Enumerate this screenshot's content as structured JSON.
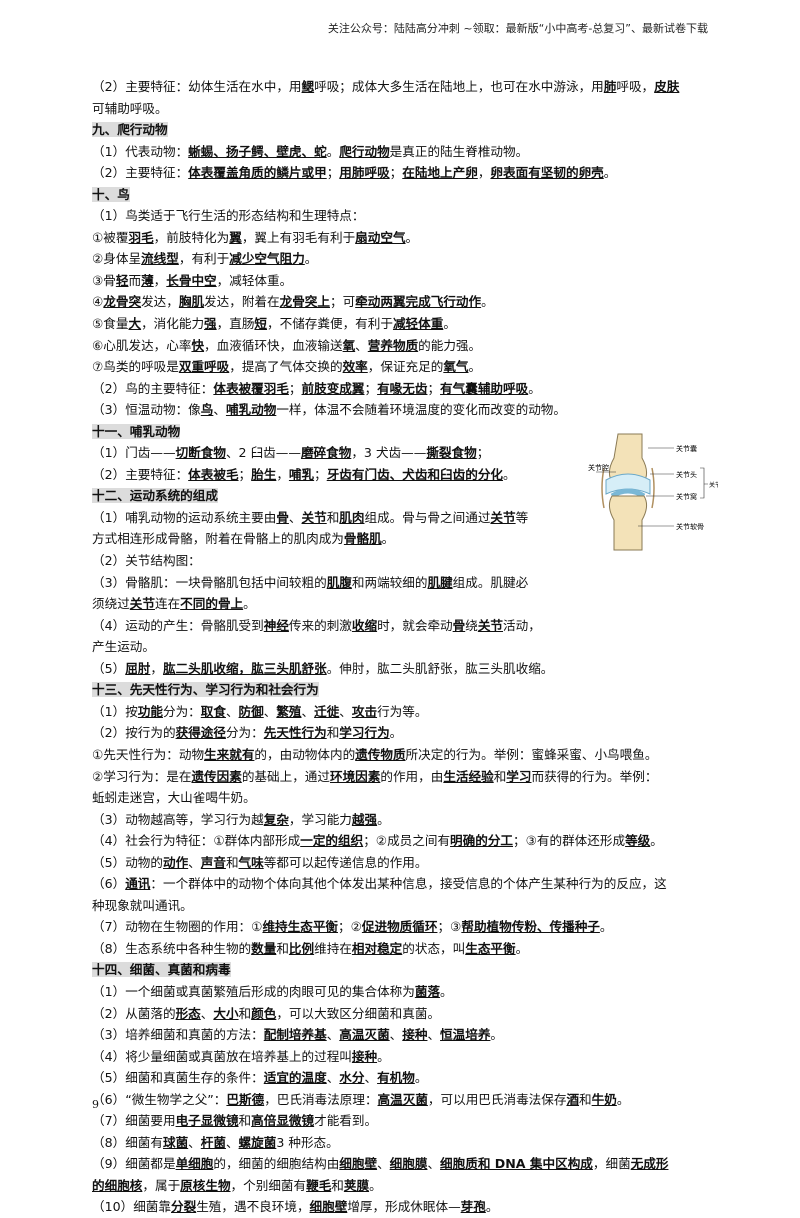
{
  "header": {
    "text": "关注公众号：陆陆高分冲刺  ~领取：最新版“小中高考-总复习”、最新试卷下载"
  },
  "page_number": "9",
  "diagram": {
    "labels": {
      "capsule": "关节囊",
      "cavity": "关节腔",
      "head": "关节头",
      "socket": "关节窝",
      "surface": "关节面",
      "cartilage": "关节软骨"
    }
  },
  "lines": [
    {
      "segs": [
        [
          "（2）主要特征：幼体生活在水中，用",
          0
        ],
        [
          "鳃",
          1
        ],
        [
          "呼吸；成体大多生活在陆地上，也可在水中游泳，用",
          0
        ],
        [
          "肺",
          1
        ],
        [
          "呼吸，",
          0
        ],
        [
          "皮肤",
          1
        ]
      ]
    },
    {
      "segs": [
        [
          "可辅助呼吸。",
          0
        ]
      ]
    },
    {
      "sec": true,
      "segs": [
        [
          "九、爬行动物",
          0
        ]
      ]
    },
    {
      "segs": [
        [
          "（1）代表动物：",
          0
        ],
        [
          "蜥蜴、扬子鳄、壁虎、蛇",
          1
        ],
        [
          "。",
          0
        ],
        [
          "爬行动物",
          1
        ],
        [
          "是真正的陆生脊椎动物。",
          0
        ]
      ]
    },
    {
      "segs": [
        [
          "（2）主要特征：",
          0
        ],
        [
          "体表覆盖角质的鳞片或甲",
          1
        ],
        [
          "；",
          0
        ],
        [
          "用肺呼吸",
          1
        ],
        [
          "；",
          0
        ],
        [
          "在陆地上产卵",
          1
        ],
        [
          "，",
          0
        ],
        [
          "卵表面有坚韧的卵壳",
          1
        ],
        [
          "。",
          0
        ]
      ]
    },
    {
      "sec": true,
      "segs": [
        [
          "十、鸟",
          0
        ]
      ]
    },
    {
      "segs": [
        [
          "（1）鸟类适于飞行生活的形态结构和生理特点：",
          0
        ]
      ]
    },
    {
      "segs": [
        [
          "①被覆",
          0
        ],
        [
          "羽毛",
          1
        ],
        [
          "，前肢特化为",
          0
        ],
        [
          "翼",
          1
        ],
        [
          "，翼上有羽毛有利于",
          0
        ],
        [
          "扇动空气",
          1
        ],
        [
          "。",
          0
        ]
      ]
    },
    {
      "segs": [
        [
          "②身体呈",
          0
        ],
        [
          "流线型",
          1
        ],
        [
          "，有利于",
          0
        ],
        [
          "减少空气阻力",
          1
        ],
        [
          "。",
          0
        ]
      ]
    },
    {
      "segs": [
        [
          "③骨",
          0
        ],
        [
          "轻",
          1
        ],
        [
          "而",
          0
        ],
        [
          "薄",
          1
        ],
        [
          "，",
          0
        ],
        [
          "长骨中空",
          1
        ],
        [
          "，减轻体重。",
          0
        ]
      ]
    },
    {
      "segs": [
        [
          "④",
          0
        ],
        [
          "龙骨突",
          1
        ],
        [
          "发达，",
          0
        ],
        [
          "胸肌",
          1
        ],
        [
          "发达，附着在",
          0
        ],
        [
          "龙骨突上",
          1
        ],
        [
          "；可",
          0
        ],
        [
          "牵动两翼完成飞行动作",
          1
        ],
        [
          "。",
          0
        ]
      ]
    },
    {
      "segs": [
        [
          "⑤食量",
          0
        ],
        [
          "大",
          1
        ],
        [
          "，消化能力",
          0
        ],
        [
          "强",
          1
        ],
        [
          "，直肠",
          0
        ],
        [
          "短",
          1
        ],
        [
          "，不储存粪便，有利于",
          0
        ],
        [
          "减轻体重",
          1
        ],
        [
          "。",
          0
        ]
      ]
    },
    {
      "segs": [
        [
          "⑥心肌发达，心率",
          0
        ],
        [
          "快",
          1
        ],
        [
          "，血液循环快，血液输送",
          0
        ],
        [
          "氧",
          1
        ],
        [
          "、",
          0
        ],
        [
          "营养物质",
          1
        ],
        [
          "的能力强。",
          0
        ]
      ]
    },
    {
      "segs": [
        [
          "⑦鸟类的呼吸是",
          0
        ],
        [
          "双重呼吸",
          1
        ],
        [
          "，提高了气体交换的",
          0
        ],
        [
          "效率",
          1
        ],
        [
          "，保证充足的",
          0
        ],
        [
          "氧气",
          1
        ],
        [
          "。",
          0
        ]
      ]
    },
    {
      "segs": [
        [
          "（2）鸟的主要特征：",
          0
        ],
        [
          "体表被覆羽毛",
          1
        ],
        [
          "；",
          0
        ],
        [
          "前肢变成翼",
          1
        ],
        [
          "；",
          0
        ],
        [
          "有喙无齿",
          1
        ],
        [
          "；",
          0
        ],
        [
          "有气囊辅助呼吸",
          1
        ],
        [
          "。",
          0
        ]
      ]
    },
    {
      "segs": [
        [
          "（3）恒温动物：像",
          0
        ],
        [
          "鸟",
          1
        ],
        [
          "、",
          0
        ],
        [
          "哺乳动物",
          1
        ],
        [
          "一样，体温不会随着环境温度的变化而改变的动物。",
          0
        ]
      ]
    },
    {
      "sec": true,
      "segs": [
        [
          "十一、哺乳动物",
          0
        ]
      ]
    },
    {
      "segs": [
        [
          "（1）门齿——",
          0
        ],
        [
          "切断食物",
          1
        ],
        [
          "、2 臼齿——",
          0
        ],
        [
          "磨碎食物",
          1
        ],
        [
          "，3 犬齿——",
          0
        ],
        [
          "撕裂食物",
          1
        ],
        [
          "；",
          0
        ]
      ]
    },
    {
      "segs": [
        [
          "（2）主要特征：",
          0
        ],
        [
          "体表被毛",
          1
        ],
        [
          "；",
          0
        ],
        [
          "胎生",
          1
        ],
        [
          "，",
          0
        ],
        [
          "哺乳",
          1
        ],
        [
          "；",
          0
        ],
        [
          "牙齿有门齿、犬齿和臼齿的分化",
          1
        ],
        [
          "。",
          0
        ]
      ]
    },
    {
      "sec": true,
      "segs": [
        [
          "十二、运动系统的组成",
          0
        ]
      ]
    },
    {
      "narrow": true,
      "segs": [
        [
          "（1）哺乳动物的运动系统主要由",
          0
        ],
        [
          "骨",
          1
        ],
        [
          "、",
          0
        ],
        [
          "关节",
          1
        ],
        [
          "和",
          0
        ],
        [
          "肌肉",
          1
        ],
        [
          "组成。骨与骨之间通过",
          0
        ],
        [
          "关节",
          1
        ],
        [
          "等",
          0
        ]
      ]
    },
    {
      "narrow": true,
      "segs": [
        [
          "方式相连形成骨骼，附着在骨骼上的肌肉成为",
          0
        ],
        [
          "骨骼肌",
          1
        ],
        [
          "。",
          0
        ]
      ]
    },
    {
      "narrow": true,
      "segs": [
        [
          "（2）关节结构图：",
          0
        ]
      ]
    },
    {
      "narrow": true,
      "segs": [
        [
          "（3）骨骼肌：一块骨骼肌包括中间较粗的",
          0
        ],
        [
          "肌腹",
          1
        ],
        [
          "和两端较细的",
          0
        ],
        [
          "肌腱",
          1
        ],
        [
          "组成。肌腱必",
          0
        ]
      ]
    },
    {
      "narrow": true,
      "segs": [
        [
          "须绕过",
          0
        ],
        [
          "关节",
          1
        ],
        [
          "连在",
          0
        ],
        [
          "不同的骨上",
          1
        ],
        [
          "。",
          0
        ]
      ]
    },
    {
      "narrow": true,
      "segs": [
        [
          "（4）运动的产生：骨骼肌受到",
          0
        ],
        [
          "神经",
          1
        ],
        [
          "传来的刺激",
          0
        ],
        [
          "收缩",
          1
        ],
        [
          "时，就会牵动",
          0
        ],
        [
          "骨",
          1
        ],
        [
          "绕",
          0
        ],
        [
          "关节",
          1
        ],
        [
          "活动，",
          0
        ]
      ]
    },
    {
      "narrow": true,
      "segs": [
        [
          "产生运动。",
          0
        ]
      ]
    },
    {
      "segs": [
        [
          "（5）",
          0
        ],
        [
          "屈肘",
          1
        ],
        [
          "，",
          0
        ],
        [
          "肱二头肌收缩，肱三头肌舒张",
          1
        ],
        [
          "。伸肘，肱二头肌舒张，肱三头肌收缩。",
          0
        ]
      ]
    },
    {
      "sec": true,
      "segs": [
        [
          "十三、先天性行为、学习行为和社会行为",
          0
        ]
      ]
    },
    {
      "segs": [
        [
          "（1）按",
          0
        ],
        [
          "功能",
          1
        ],
        [
          "分为：",
          0
        ],
        [
          "取食",
          1
        ],
        [
          "、",
          0
        ],
        [
          "防御",
          1
        ],
        [
          "、",
          0
        ],
        [
          "繁殖",
          1
        ],
        [
          "、",
          0
        ],
        [
          "迁徙",
          1
        ],
        [
          "、",
          0
        ],
        [
          "攻击",
          1
        ],
        [
          "行为等。",
          0
        ]
      ]
    },
    {
      "segs": [
        [
          "（2）按行为的",
          0
        ],
        [
          "获得途径",
          1
        ],
        [
          "分为：",
          0
        ],
        [
          "先天性行为",
          1
        ],
        [
          "和",
          0
        ],
        [
          "学习行为",
          1
        ],
        [
          "。",
          0
        ]
      ]
    },
    {
      "segs": [
        [
          "①先天性行为：动物",
          0
        ],
        [
          "生来就有",
          1
        ],
        [
          "的，由动物体内的",
          0
        ],
        [
          "遗传物质",
          1
        ],
        [
          "所决定的行为。举例：蜜蜂采蜜、小鸟喂鱼。",
          0
        ]
      ]
    },
    {
      "segs": [
        [
          "②学习行为：是在",
          0
        ],
        [
          "遗传因素",
          1
        ],
        [
          "的基础上，通过",
          0
        ],
        [
          "环境因素",
          1
        ],
        [
          "的作用，由",
          0
        ],
        [
          "生活经验",
          1
        ],
        [
          "和",
          0
        ],
        [
          "学习",
          1
        ],
        [
          "而获得的行为。举例：",
          0
        ]
      ]
    },
    {
      "segs": [
        [
          "蚯蚓走迷宫，大山雀喝牛奶。",
          0
        ]
      ]
    },
    {
      "segs": [
        [
          "（3）动物越高等，学习行为越",
          0
        ],
        [
          "复杂",
          1
        ],
        [
          "，学习能力",
          0
        ],
        [
          "越强",
          1
        ],
        [
          "。",
          0
        ]
      ]
    },
    {
      "segs": [
        [
          "（4）社会行为特征：①群体内部形成",
          0
        ],
        [
          "一定的组织",
          1
        ],
        [
          "；②成员之间有",
          0
        ],
        [
          "明确的分工",
          1
        ],
        [
          "；③有的群体还形成",
          0
        ],
        [
          "等级",
          1
        ],
        [
          "。",
          0
        ]
      ]
    },
    {
      "segs": [
        [
          "（5）动物的",
          0
        ],
        [
          "动作",
          1
        ],
        [
          "、",
          0
        ],
        [
          "声音",
          1
        ],
        [
          "和",
          0
        ],
        [
          "气味",
          1
        ],
        [
          "等都可以起传递信息的作用。",
          0
        ]
      ]
    },
    {
      "segs": [
        [
          "（6）",
          0
        ],
        [
          "通讯",
          1
        ],
        [
          "：一个群体中的动物个体向其他个体发出某种信息，接受信息的个体产生某种行为的反应，这",
          0
        ]
      ]
    },
    {
      "segs": [
        [
          "种现象就叫通讯。",
          0
        ]
      ]
    },
    {
      "segs": [
        [
          "（7）动物在生物圈的作用：①",
          0
        ],
        [
          "维持生态平衡",
          1
        ],
        [
          "；②",
          0
        ],
        [
          "促进物质循环",
          1
        ],
        [
          "；③",
          0
        ],
        [
          "帮助植物传粉、传播种子",
          1
        ],
        [
          "。",
          0
        ]
      ]
    },
    {
      "segs": [
        [
          "（8）生态系统中各种生物的",
          0
        ],
        [
          "数量",
          1
        ],
        [
          "和",
          0
        ],
        [
          "比例",
          1
        ],
        [
          "维持在",
          0
        ],
        [
          "相对稳定",
          1
        ],
        [
          "的状态，叫",
          0
        ],
        [
          "生态平衡",
          1
        ],
        [
          "。",
          0
        ]
      ]
    },
    {
      "sec": true,
      "segs": [
        [
          "十四、细菌、真菌和病毒",
          0
        ]
      ]
    },
    {
      "segs": [
        [
          "（1）一个细菌或真菌繁殖后形成的肉眼可见的集合体称为",
          0
        ],
        [
          "菌落",
          1
        ],
        [
          "。",
          0
        ]
      ]
    },
    {
      "segs": [
        [
          "（2）从菌落的",
          0
        ],
        [
          "形态",
          1
        ],
        [
          "、",
          0
        ],
        [
          "大小",
          1
        ],
        [
          "和",
          0
        ],
        [
          "颜色",
          1
        ],
        [
          "，可以大致区分细菌和真菌。",
          0
        ]
      ]
    },
    {
      "segs": [
        [
          "（3）培养细菌和真菌的方法：",
          0
        ],
        [
          "配制培养基",
          1
        ],
        [
          "、",
          0
        ],
        [
          "高温灭菌",
          1
        ],
        [
          "、",
          0
        ],
        [
          "接种",
          1
        ],
        [
          "、",
          0
        ],
        [
          "恒温培养",
          1
        ],
        [
          "。",
          0
        ]
      ]
    },
    {
      "segs": [
        [
          "（4）将少量细菌或真菌放在培养基上的过程叫",
          0
        ],
        [
          "接种",
          1
        ],
        [
          "。",
          0
        ]
      ]
    },
    {
      "segs": [
        [
          "（5）细菌和真菌生存的条件：",
          0
        ],
        [
          "适宜的温度",
          1
        ],
        [
          "、",
          0
        ],
        [
          "水分",
          1
        ],
        [
          "、",
          0
        ],
        [
          "有机物",
          1
        ],
        [
          "。",
          0
        ]
      ]
    },
    {
      "segs": [
        [
          "（6）“微生物学之父”：",
          0
        ],
        [
          "巴斯德",
          1
        ],
        [
          "，巴氏消毒法原理：",
          0
        ],
        [
          "高温灭菌",
          1
        ],
        [
          "，可以用巴氏消毒法保存",
          0
        ],
        [
          "酒",
          1
        ],
        [
          "和",
          0
        ],
        [
          "牛奶",
          1
        ],
        [
          "。",
          0
        ]
      ]
    },
    {
      "segs": [
        [
          "（7）细菌要用",
          0
        ],
        [
          "电子显微镜",
          1
        ],
        [
          "和",
          0
        ],
        [
          "高倍显微镜",
          1
        ],
        [
          "才能看到。",
          0
        ]
      ]
    },
    {
      "segs": [
        [
          "（8）细菌有",
          0
        ],
        [
          "球菌",
          1
        ],
        [
          "、",
          0
        ],
        [
          "杆菌",
          1
        ],
        [
          "、",
          0
        ],
        [
          "螺旋菌",
          1
        ],
        [
          "3 种形态。",
          0
        ]
      ]
    },
    {
      "segs": [
        [
          "（9）细菌都是",
          0
        ],
        [
          "单细胞",
          1
        ],
        [
          "的，细菌的细胞结构由",
          0
        ],
        [
          "细胞壁",
          1
        ],
        [
          "、",
          0
        ],
        [
          "细胞膜",
          1
        ],
        [
          "、",
          0
        ],
        [
          "细胞质和 DNA 集中区构成",
          1
        ],
        [
          "，细菌",
          0
        ],
        [
          "无成形",
          1
        ]
      ]
    },
    {
      "segs": [
        [
          "的细胞核",
          1
        ],
        [
          "，属于",
          0
        ],
        [
          "原核生物",
          1
        ],
        [
          "，个别细菌有",
          0
        ],
        [
          "鞭毛",
          1
        ],
        [
          "和",
          0
        ],
        [
          "荚膜",
          1
        ],
        [
          "。",
          0
        ]
      ]
    },
    {
      "segs": [
        [
          "（10）细菌靠",
          0
        ],
        [
          "分裂",
          1
        ],
        [
          "生殖，遇不良环境，",
          0
        ],
        [
          "细胞壁",
          1
        ],
        [
          "增厚，形成休眠体—",
          0
        ],
        [
          "芽孢",
          1
        ],
        [
          "。",
          0
        ]
      ]
    }
  ]
}
